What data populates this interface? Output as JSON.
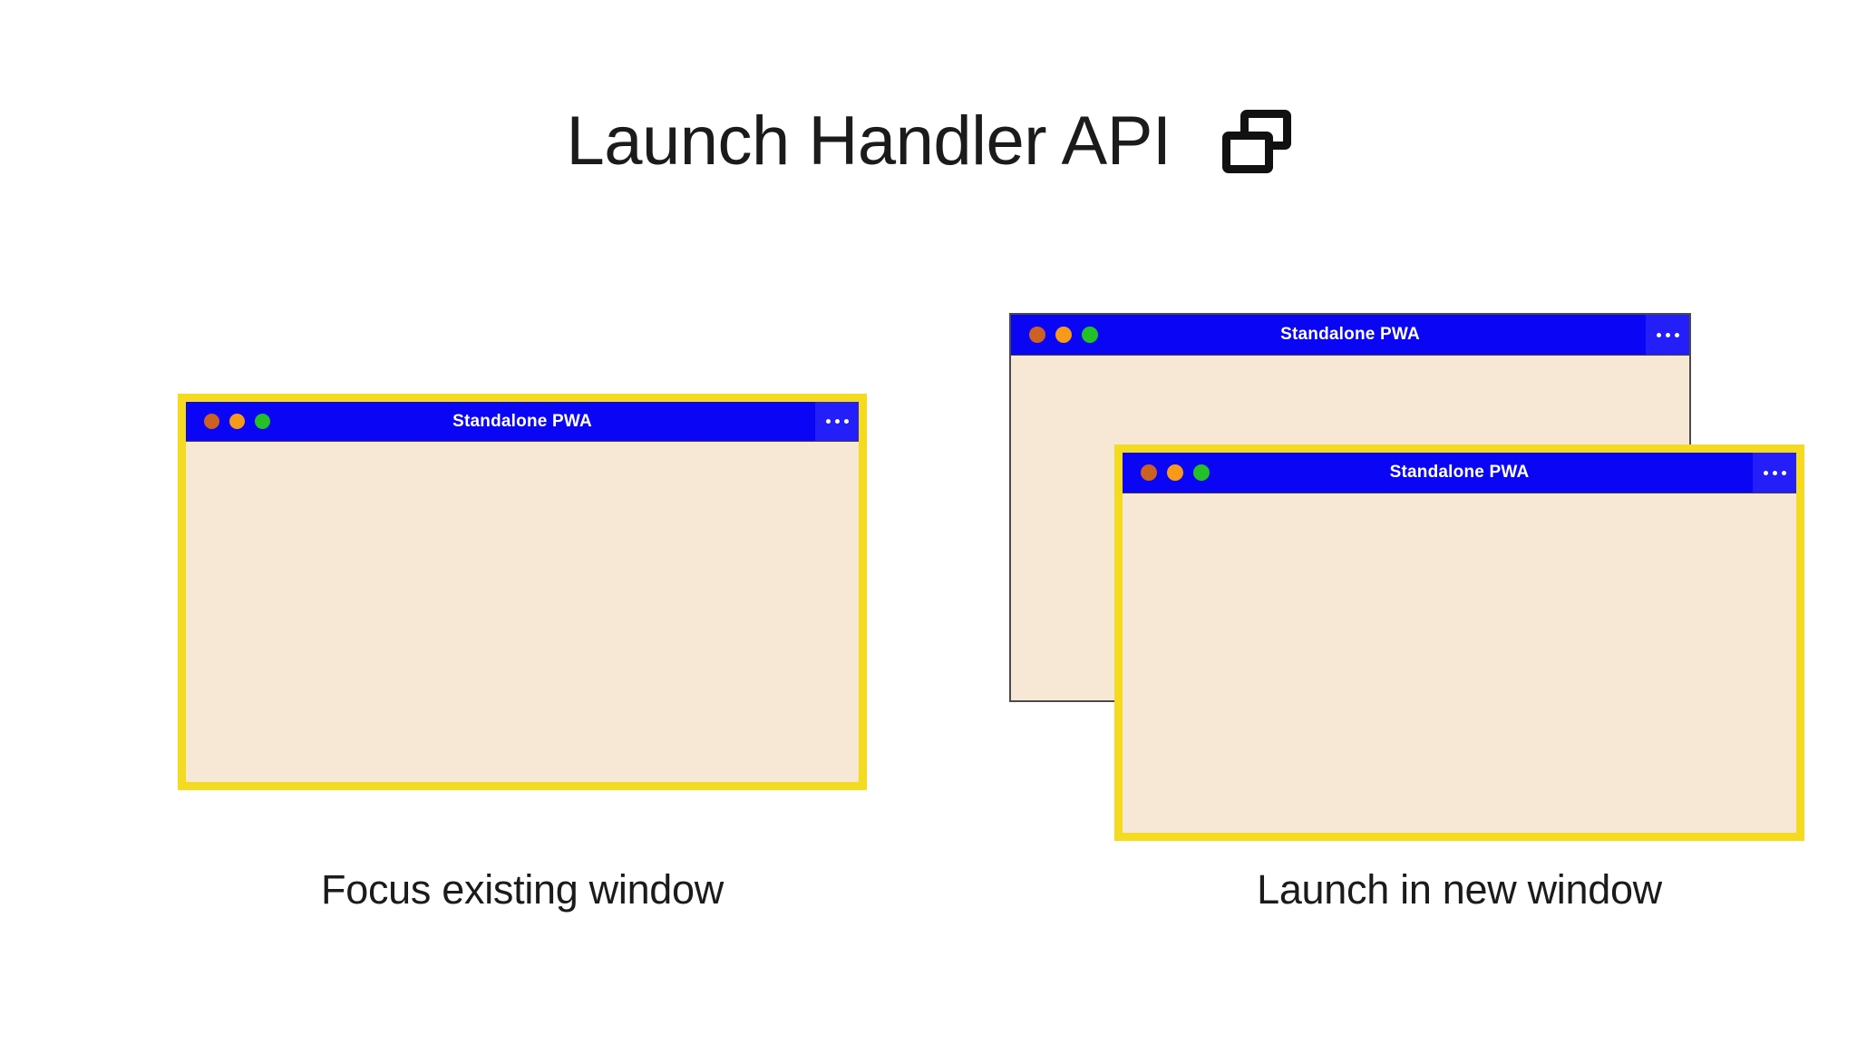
{
  "header": {
    "title": "Launch Handler API",
    "icon": "multiple-windows-icon"
  },
  "colors": {
    "background": "#ffffff",
    "title_bar_blue": "#0a06f5",
    "menu_button_blue": "#241ef9",
    "window_body_cream": "#f7e8d5",
    "highlight_yellow": "#f4db20",
    "plain_border_gray": "#4a4a4a",
    "text_dark": "#1b1b1b",
    "dot_close": "#cc6124",
    "dot_minimize": "#f89a19",
    "dot_zoom": "#25c028"
  },
  "panels": [
    {
      "id": "focus-existing",
      "caption": "Focus existing window",
      "windows": [
        {
          "id": "window-focus",
          "title": "Standalone PWA",
          "highlighted": true,
          "menu_label": "•••",
          "traffic_lights": [
            "close",
            "minimize",
            "zoom"
          ]
        }
      ]
    },
    {
      "id": "launch-new",
      "caption": "Launch in new window",
      "windows": [
        {
          "id": "window-back",
          "title": "Standalone PWA",
          "highlighted": false,
          "menu_label": "•••",
          "traffic_lights": [
            "close",
            "minimize",
            "zoom"
          ]
        },
        {
          "id": "window-new",
          "title": "Standalone PWA",
          "highlighted": true,
          "menu_label": "•••",
          "traffic_lights": [
            "close",
            "minimize",
            "zoom"
          ]
        }
      ]
    }
  ]
}
